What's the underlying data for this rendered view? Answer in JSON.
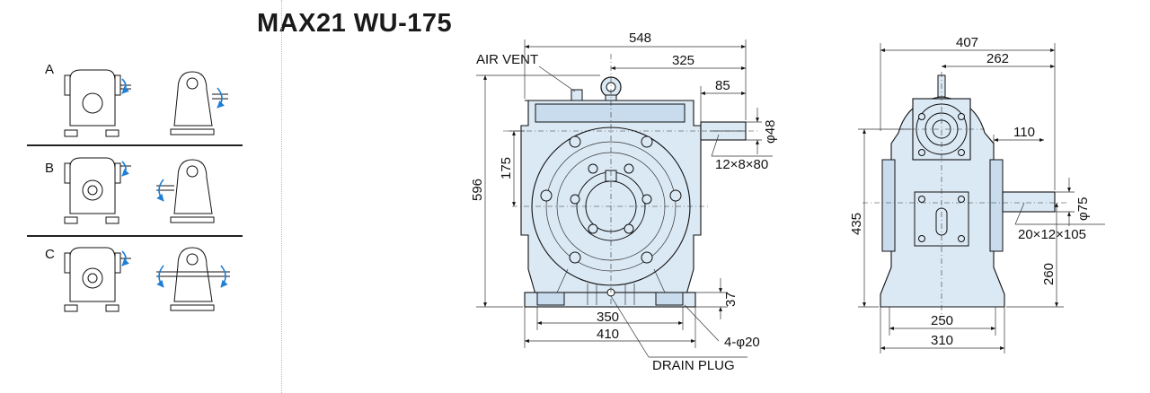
{
  "title": "MAX21 WU-175",
  "mounting": {
    "rows": [
      {
        "letter": "A"
      },
      {
        "letter": "B"
      },
      {
        "letter": "C"
      }
    ]
  },
  "front": {
    "dims": {
      "overall_width": "548",
      "shaft_center_to_end": "325",
      "shaft_length": "85",
      "shaft_dia": "φ48",
      "key": "12×8×80",
      "height": "596",
      "center_height": "175",
      "base_height": "37",
      "bolt_pitch": "350",
      "base_width": "410",
      "hole": "4-φ20"
    },
    "labels": {
      "air_vent": "AIR VENT",
      "drain_plug": "DRAIN PLUG"
    }
  },
  "side": {
    "dims": {
      "overall_width": "407",
      "center_to_end": "262",
      "shaft_length": "110",
      "shaft_dia": "φ75",
      "key": "20×12×105",
      "height": "435",
      "center_height": "260",
      "bolt_pitch": "250",
      "base_width": "310"
    }
  },
  "colors": {
    "body_fill": "#dbe9f5",
    "arrow": "#1e7fd6",
    "separator": "#9fc4dc"
  }
}
